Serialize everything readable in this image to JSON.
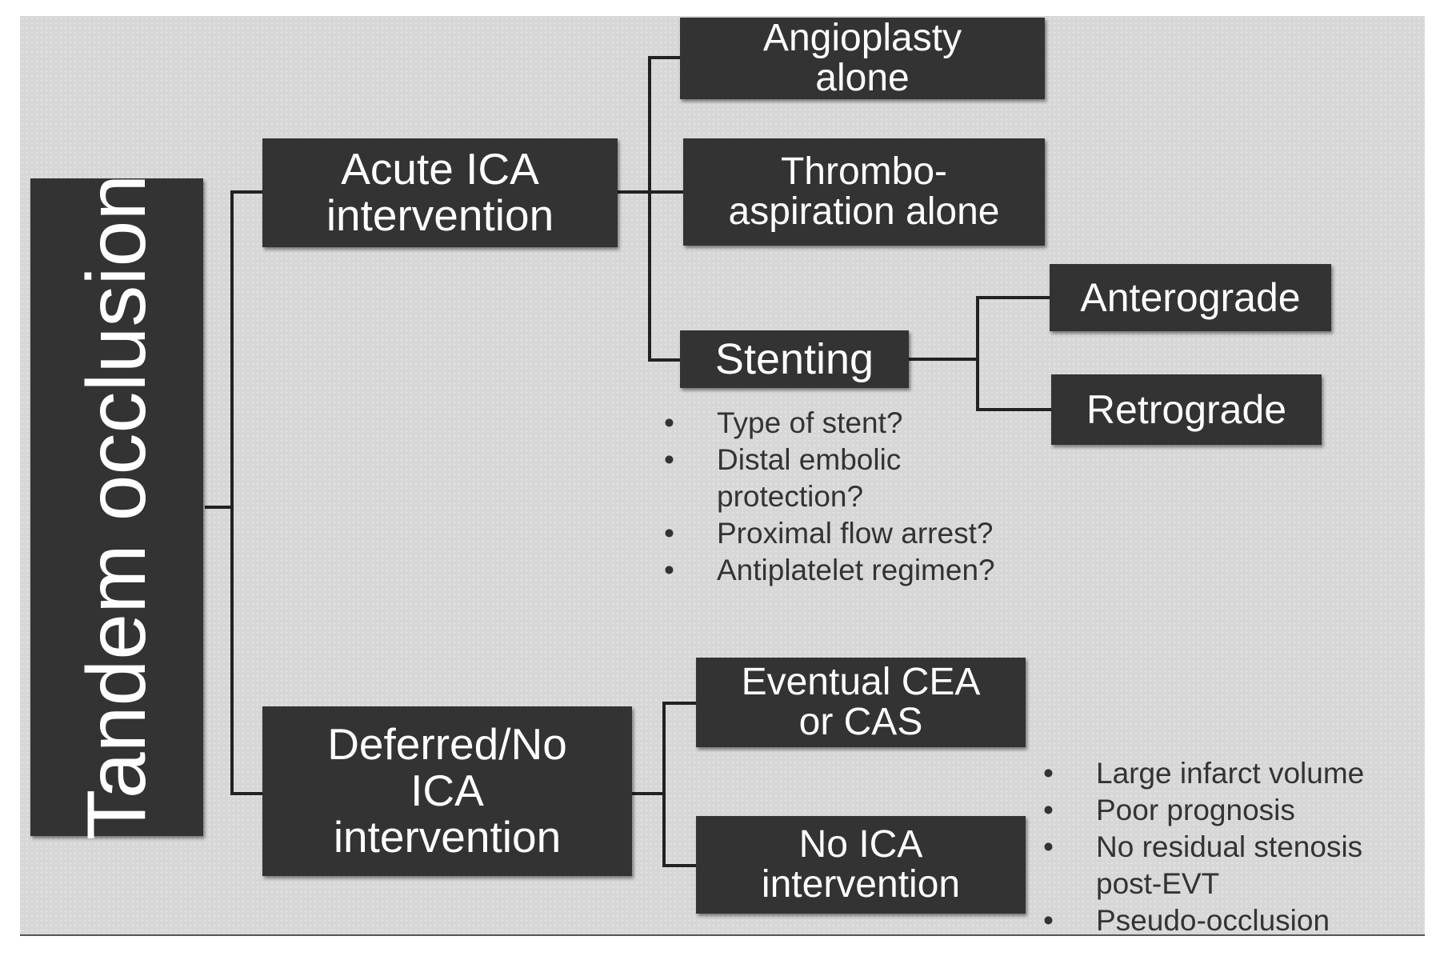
{
  "diagram": {
    "root": "Tandem occlusion",
    "acute": {
      "label": "Acute ICA\nintervention",
      "options": {
        "angioplasty": "Angioplasty\nalone",
        "thromboaspiration": "Thrombo-\naspiration alone",
        "stenting": "Stenting"
      },
      "stenting_routes": {
        "anterograde": "Anterograde",
        "retrograde": "Retrograde"
      },
      "stenting_questions": [
        "Type of stent?",
        "Distal embolic\nprotection?",
        "Proximal flow arrest?",
        "Antiplatelet regimen?"
      ]
    },
    "deferred": {
      "label": "Deferred/No\nICA\nintervention",
      "options": {
        "eventual": "Eventual CEA\nor CAS",
        "no_intervention": "No ICA\nintervention"
      },
      "no_intervention_reasons": [
        "Large infarct volume",
        "Poor prognosis",
        "No residual stenosis\n post-EVT",
        "Pseudo-occlusion"
      ]
    }
  },
  "colors": {
    "background": "#d7d7d7",
    "box": "#333333",
    "box_text": "#ffffff",
    "connector": "#222222",
    "bullet_text": "#333333"
  }
}
